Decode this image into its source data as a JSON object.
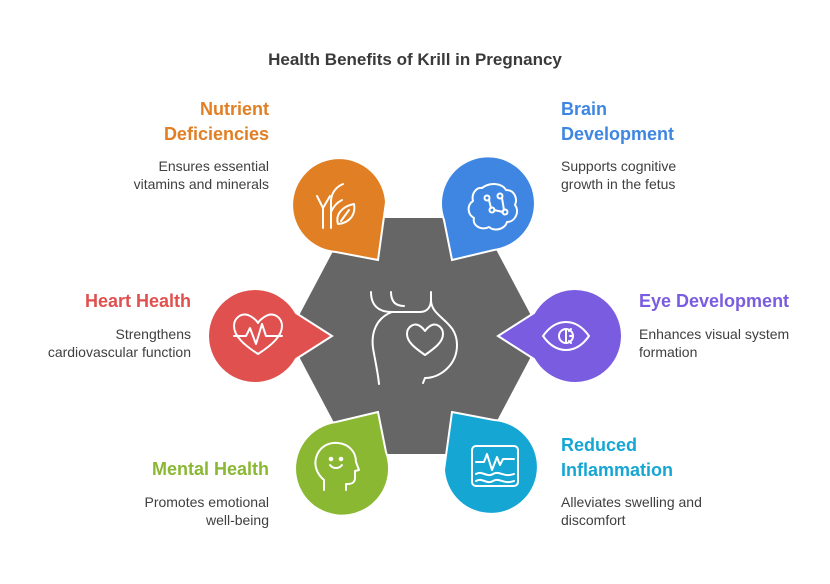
{
  "title": "Health Benefits of Krill in Pregnancy",
  "center_icon": "pregnancy-heart-icon",
  "center_color": "#666666",
  "items": [
    {
      "key": "nutrient",
      "heading": "Nutrient Deficiencies",
      "heading_lines": [
        "Nutrient",
        "Deficiencies"
      ],
      "desc_lines": [
        "Ensures essential",
        "vitamins and minerals"
      ],
      "color": "#E07F24",
      "icon": "sprout-leaf-icon"
    },
    {
      "key": "brain",
      "heading": "Brain Development",
      "heading_lines": [
        "Brain",
        "Development"
      ],
      "desc_lines": [
        "Supports cognitive",
        "growth in the fetus"
      ],
      "color": "#3E86E2",
      "icon": "brain-circuit-icon"
    },
    {
      "key": "heart",
      "heading": "Heart Health",
      "heading_lines": [
        "Heart Health"
      ],
      "desc_lines": [
        "Strengthens",
        "cardiovascular function"
      ],
      "color": "#E0504F",
      "icon": "heart-pulse-icon"
    },
    {
      "key": "eye",
      "heading": "Eye Development",
      "heading_lines": [
        "Eye Development"
      ],
      "desc_lines": [
        "Enhances visual system",
        "formation"
      ],
      "color": "#7A5CE0",
      "icon": "eye-icon"
    },
    {
      "key": "mental",
      "heading": "Mental Health",
      "heading_lines": [
        "Mental Health"
      ],
      "desc_lines": [
        "Promotes emotional",
        "well-being"
      ],
      "color": "#8AB833",
      "icon": "smiling-head-icon"
    },
    {
      "key": "inflammation",
      "heading": "Reduced Inflammation",
      "heading_lines": [
        "Reduced",
        "Inflammation"
      ],
      "desc_lines": [
        "Alleviates swelling and",
        "discomfort"
      ],
      "color": "#16A6D4",
      "icon": "waveform-monitor-icon"
    }
  ]
}
